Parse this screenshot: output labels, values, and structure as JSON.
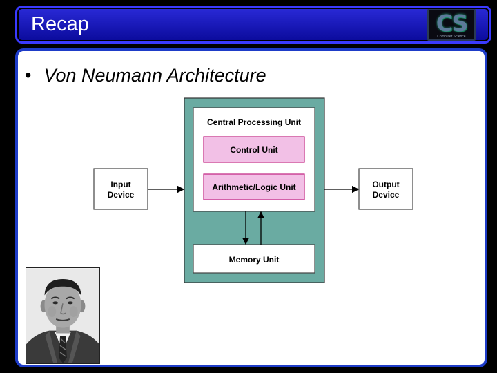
{
  "title": "Recap",
  "logo": {
    "text": "CS",
    "subtext": "Computer Science"
  },
  "bullet": {
    "symbol": "•",
    "text": "Von Neumann Architecture"
  },
  "diagram": {
    "cpu": "Central Processing Unit",
    "control_unit": "Control Unit",
    "alu": "Arithmetic/Logic Unit",
    "memory_unit": "Memory Unit",
    "input_device": "Input Device",
    "output_device": "Output Device"
  },
  "colors": {
    "title_bar": "#1414c0",
    "frame_border": "#1e3cc8",
    "cpu_panel": "#6aaba2",
    "unit_pink": "#f2c0e6",
    "unit_border": "#c02080"
  },
  "photo": {
    "alt": "portrait photo"
  }
}
